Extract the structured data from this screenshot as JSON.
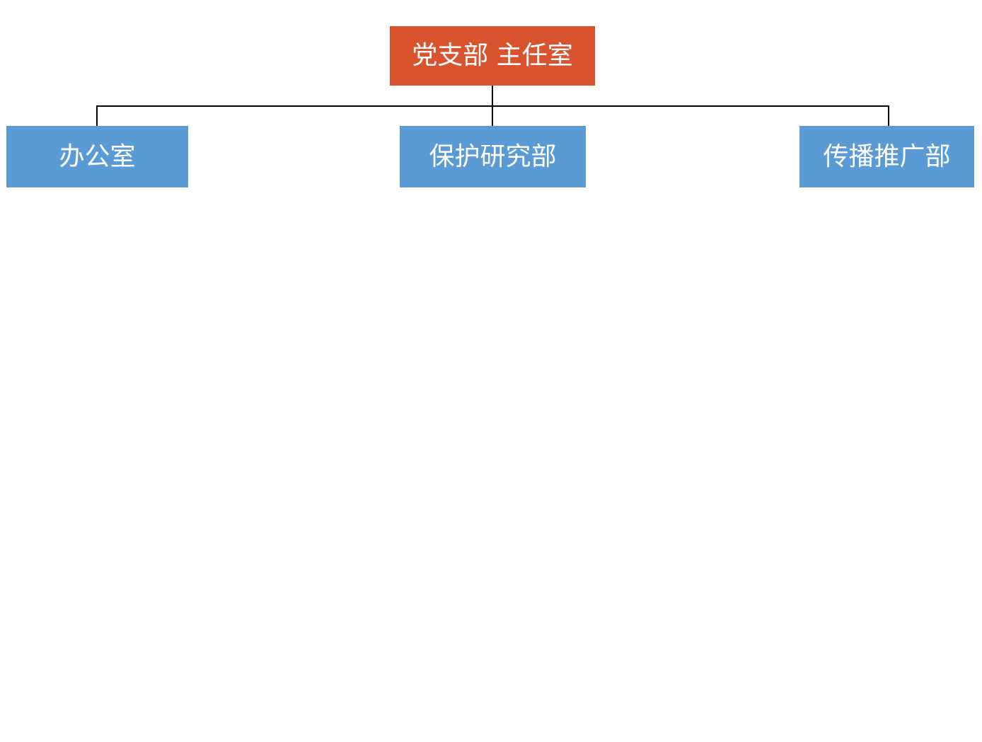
{
  "colors": {
    "root_fill": "#D9532F",
    "child_fill": "#5B9BD5",
    "text": "#FFFFFF",
    "connector": "#000000"
  },
  "root": {
    "label": "党支部 主任室"
  },
  "children": [
    {
      "label": "办公室"
    },
    {
      "label": "保护研究部"
    },
    {
      "label": "传播推广部"
    }
  ]
}
